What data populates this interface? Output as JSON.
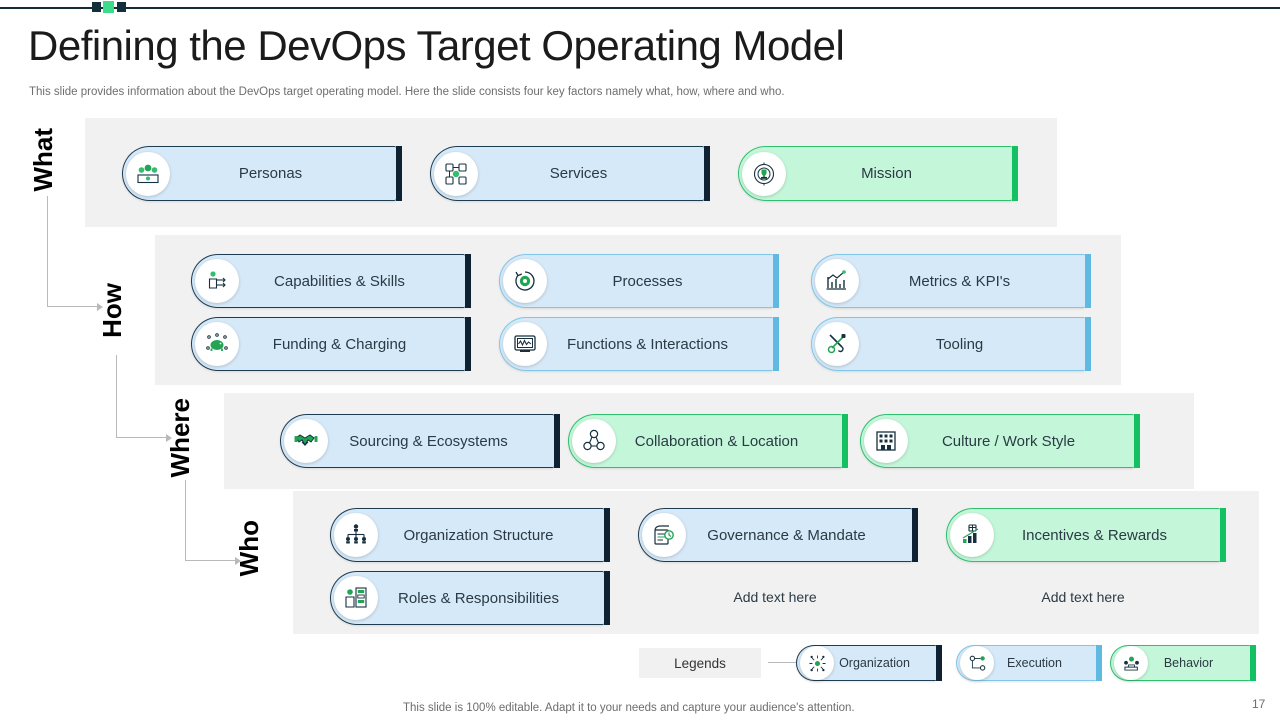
{
  "header": {
    "title": "Defining the DevOps Target Operating Model",
    "subtitle": "This slide provides information about the DevOps target operating model. Here the slide consists four key factors namely what, how, where and who."
  },
  "stages": {
    "what": "What",
    "how": "How",
    "where": "Where",
    "who": "Who"
  },
  "sections": {
    "what": {
      "items": [
        {
          "label": "Personas",
          "icon": "people-group-icon",
          "variant": "navy"
        },
        {
          "label": "Services",
          "icon": "service-network-icon",
          "variant": "navy"
        },
        {
          "label": "Mission",
          "icon": "target-trophy-icon",
          "variant": "green"
        }
      ]
    },
    "how": {
      "items": [
        {
          "label": "Capabilities & Skills",
          "icon": "person-skills-icon",
          "variant": "navy"
        },
        {
          "label": "Processes",
          "icon": "gear-cycle-icon",
          "variant": "sky"
        },
        {
          "label": "Metrics & KPI's",
          "icon": "chart-metrics-icon",
          "variant": "sky"
        },
        {
          "label": "Funding & Charging",
          "icon": "piggy-bank-icon",
          "variant": "navy"
        },
        {
          "label": "Functions & Interactions",
          "icon": "monitor-icon",
          "variant": "sky"
        },
        {
          "label": "Tooling",
          "icon": "wrench-screwdriver-icon",
          "variant": "sky"
        }
      ]
    },
    "where": {
      "items": [
        {
          "label": "Sourcing & Ecosystems",
          "icon": "handshake-icon",
          "variant": "navy"
        },
        {
          "label": "Collaboration & Location",
          "icon": "collaboration-nodes-icon",
          "variant": "green"
        },
        {
          "label": "Culture / Work Style",
          "icon": "building-people-icon",
          "variant": "green"
        }
      ]
    },
    "who": {
      "items": [
        {
          "label": "Organization Structure",
          "icon": "org-chart-icon",
          "variant": "navy"
        },
        {
          "label": "Governance & Mandate",
          "icon": "document-clock-icon",
          "variant": "navy"
        },
        {
          "label": "Incentives & Rewards",
          "icon": "rewards-chart-icon",
          "variant": "green"
        },
        {
          "label": "Roles & Responsibilities",
          "icon": "roles-person-icon",
          "variant": "navy"
        }
      ],
      "placeholders": [
        "Add text here",
        "Add text here"
      ]
    }
  },
  "legends": {
    "label": "Legends",
    "items": [
      {
        "label": "Organization",
        "icon": "org-people-icon",
        "variant": "navy"
      },
      {
        "label": "Execution",
        "icon": "execution-flow-icon",
        "variant": "sky"
      },
      {
        "label": "Behavior",
        "icon": "behavior-people-icon",
        "variant": "green"
      }
    ]
  },
  "footer": {
    "note": "This slide is 100% editable. Adapt it to your needs and capture your audience's attention.",
    "page_number": "17"
  },
  "colors": {
    "blue_fill": "#d6e9f8",
    "green_fill": "#c4f7da",
    "navy_edge": "#0e2233",
    "sky_edge": "#5fb9e0",
    "green_edge": "#13c162",
    "panel_bg": "#f1f1f1",
    "accent_green": "#3ddc8b"
  }
}
